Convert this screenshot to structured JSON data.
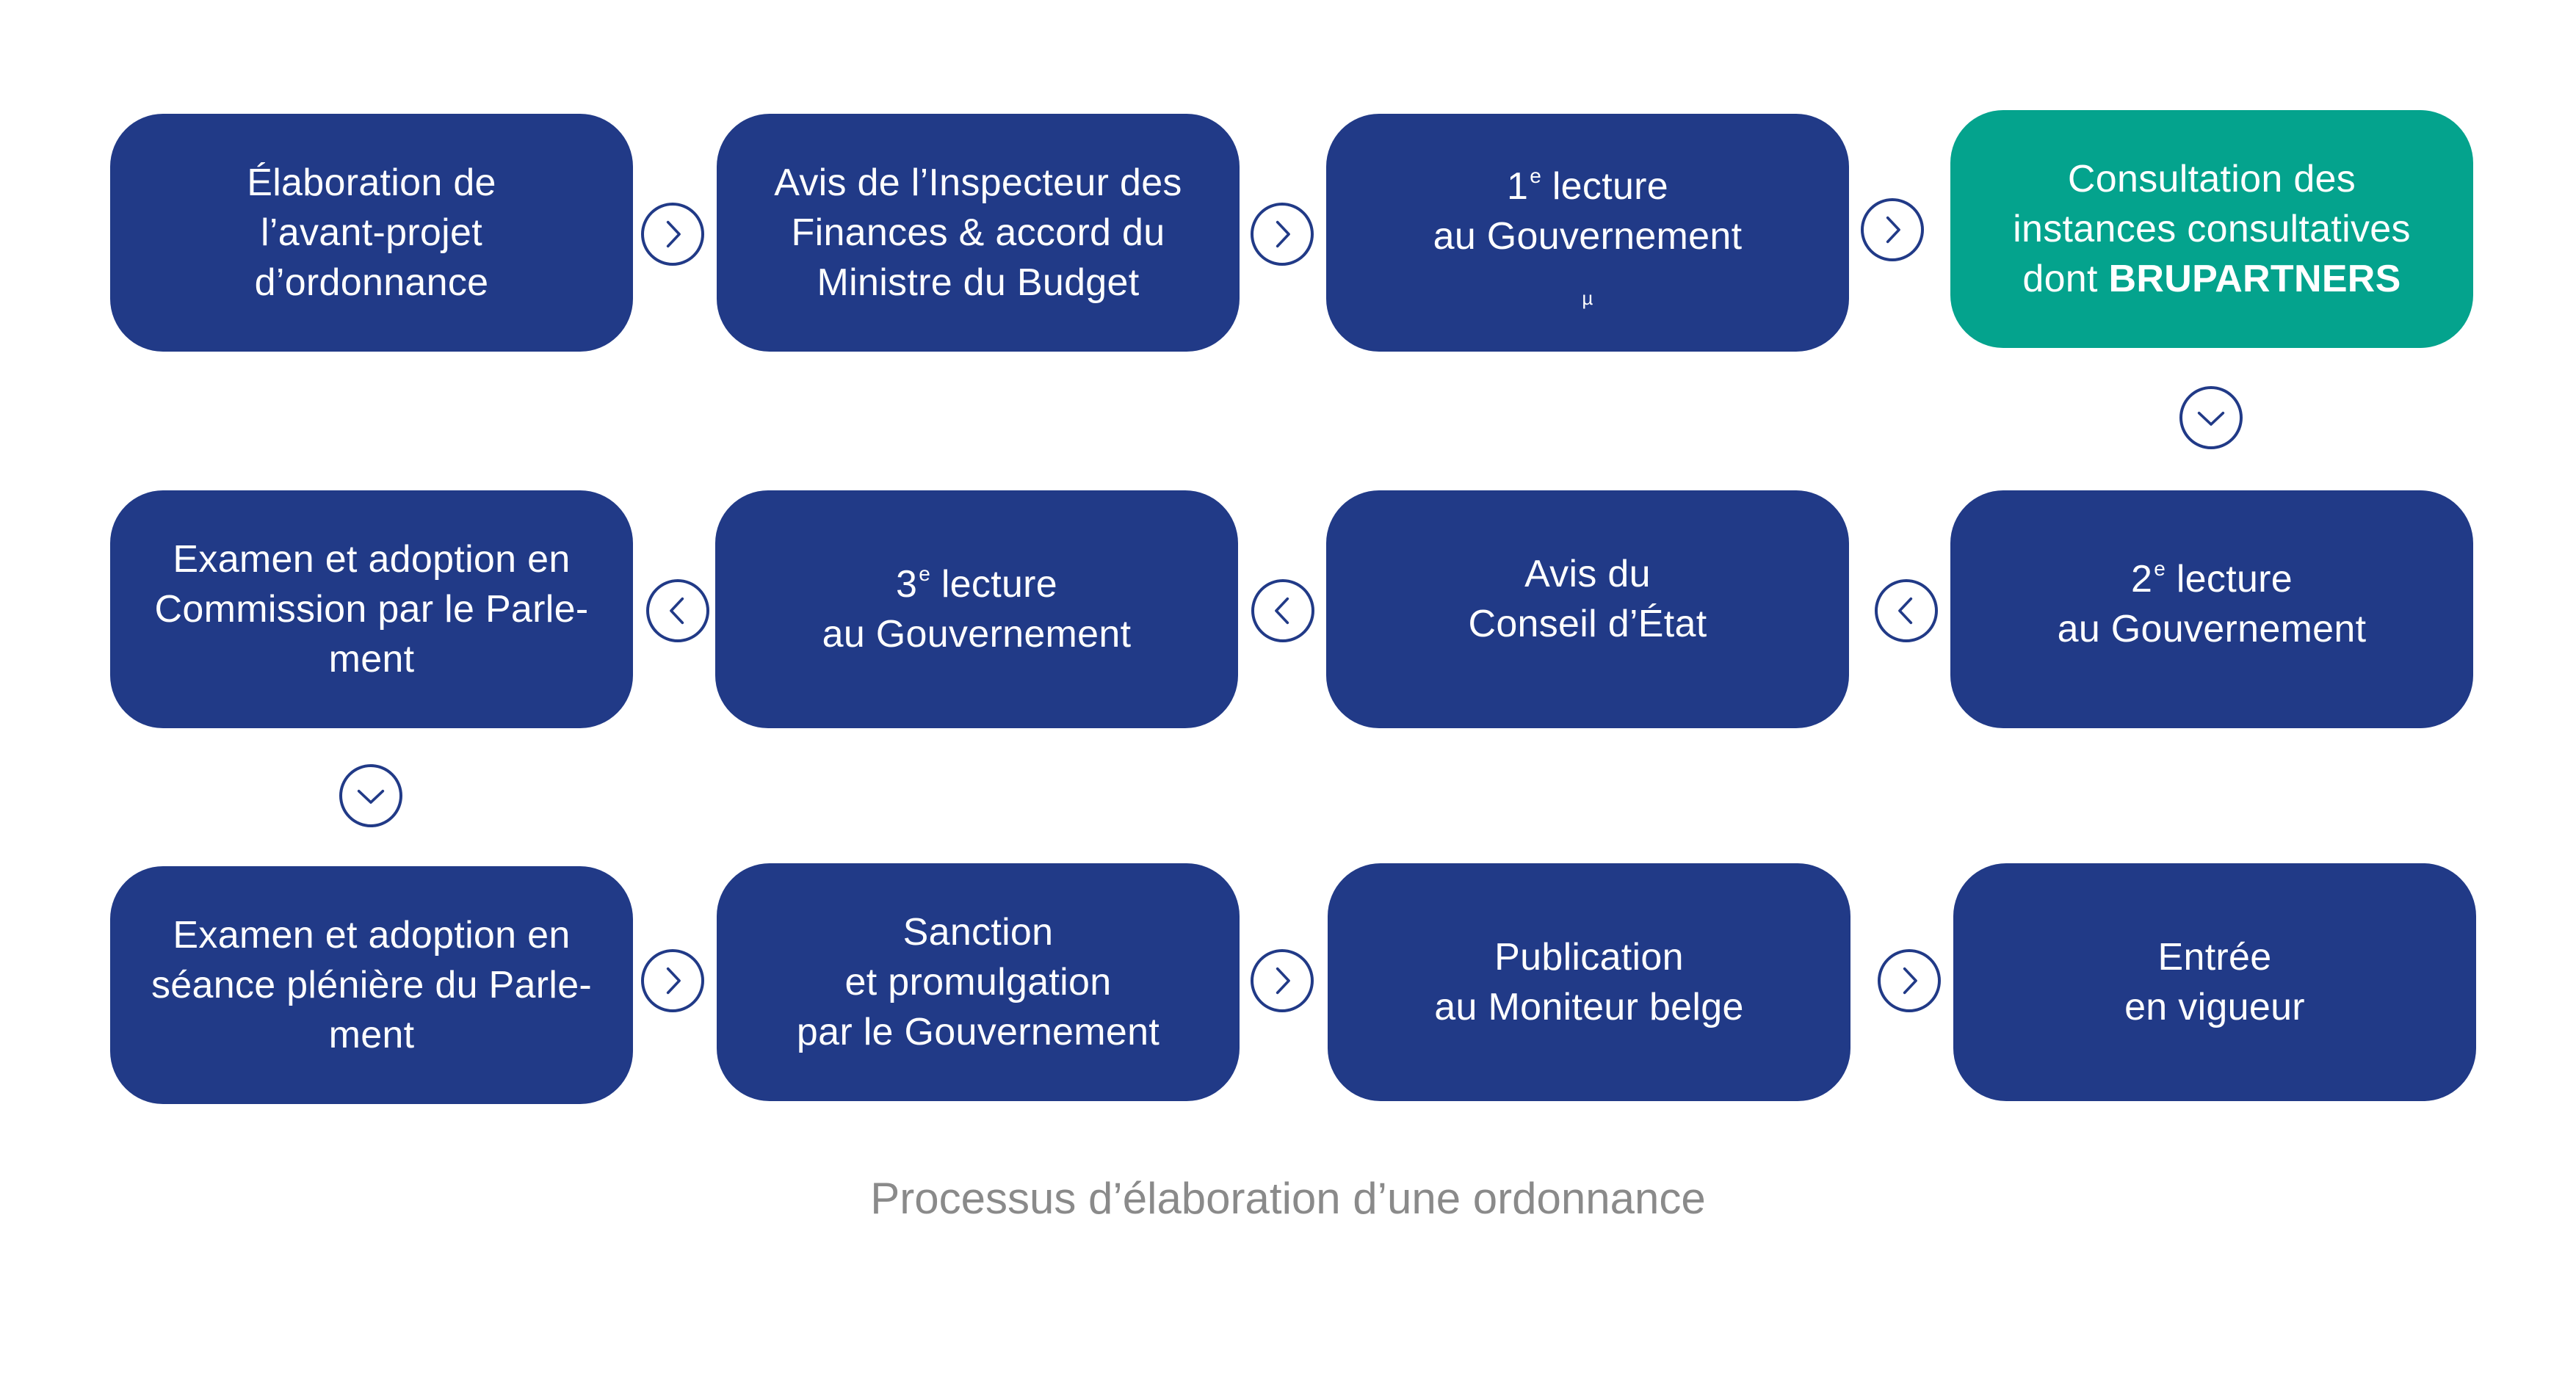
{
  "caption": "Processus d’élaboration d’une ordonnance",
  "colors": {
    "step": "#213a87",
    "highlight": "#04a38d",
    "arrow": "#213a87",
    "caption": "#8a8a8a"
  },
  "arrow_icon": {
    "right": "chevron-right-icon",
    "left": "chevron-left-icon",
    "down": "chevron-down-icon"
  },
  "steps": [
    {
      "lines": [
        "Élaboration de",
        "l’avant-projet",
        "d’ordonnance"
      ]
    },
    {
      "lines": [
        "Avis de l’Inspecteur des",
        "Finances &  accord du",
        "Ministre du Budget"
      ]
    },
    {
      "sup_num": "1",
      "sup": "e",
      "lines": [
        "lecture",
        "au Gouvernement"
      ],
      "mark": "µ"
    },
    {
      "lines": [
        "Consultation des",
        "instances consultatives",
        "dont"
      ],
      "bold": "BRUPARTNERS",
      "highlight": true
    },
    {
      "sup_num": "2",
      "sup": "e",
      "lines": [
        "lecture",
        "au Gouvernement"
      ]
    },
    {
      "lines": [
        "Avis du",
        "Conseil d’État"
      ]
    },
    {
      "sup_num": "3",
      "sup": "e",
      "lines": [
        "lecture",
        "au Gouvernement"
      ]
    },
    {
      "lines": [
        "Examen et adoption en",
        "Commission par le Parle-",
        "ment"
      ]
    },
    {
      "lines": [
        "Examen et adoption en",
        "séance plénière du Parle-",
        "ment"
      ]
    },
    {
      "lines": [
        "Sanction",
        "et promulgation",
        "par le Gouvernement"
      ]
    },
    {
      "lines": [
        "Publication",
        "au Moniteur belge"
      ]
    },
    {
      "lines": [
        "Entrée",
        "en vigueur"
      ]
    }
  ]
}
